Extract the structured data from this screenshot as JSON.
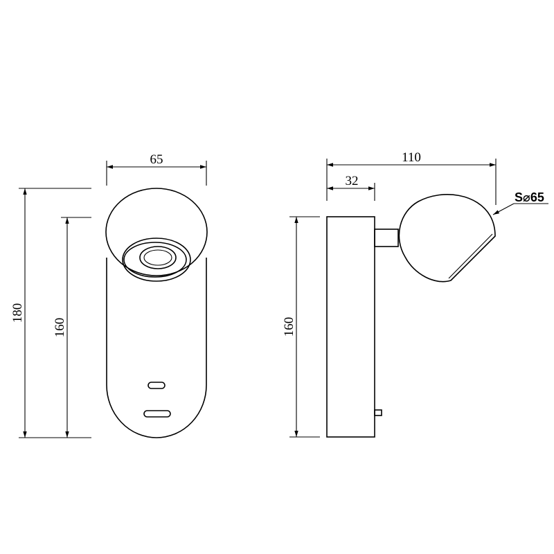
{
  "drawing": {
    "front_view": {
      "width_label": "65",
      "overall_height_label": "180",
      "body_height_label": "160"
    },
    "side_view": {
      "depth_label": "110",
      "base_depth_label": "32",
      "body_height_label": "160",
      "sphere_label": "S⌀65"
    }
  }
}
